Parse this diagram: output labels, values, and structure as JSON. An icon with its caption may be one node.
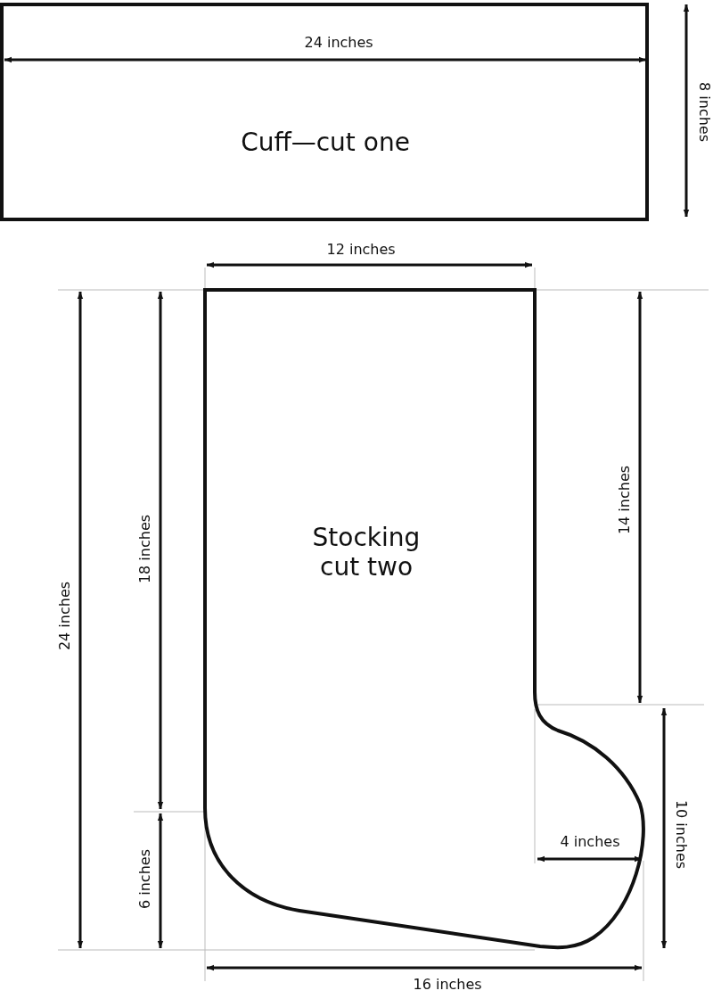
{
  "diagram": {
    "nodes": [
      {
        "text": [
          "Cuff—cut one"
        ]
      },
      {
        "text": [
          "Stocking cut two"
        ]
      }
    ],
    "edges": [],
    "labels": [
      "24 inches",
      "8 inches",
      "12 inches",
      "24 inches",
      "18 inches",
      "14 inches",
      "10 inches",
      "4 inches",
      "6 inches",
      "16 inches"
    ]
  }
}
